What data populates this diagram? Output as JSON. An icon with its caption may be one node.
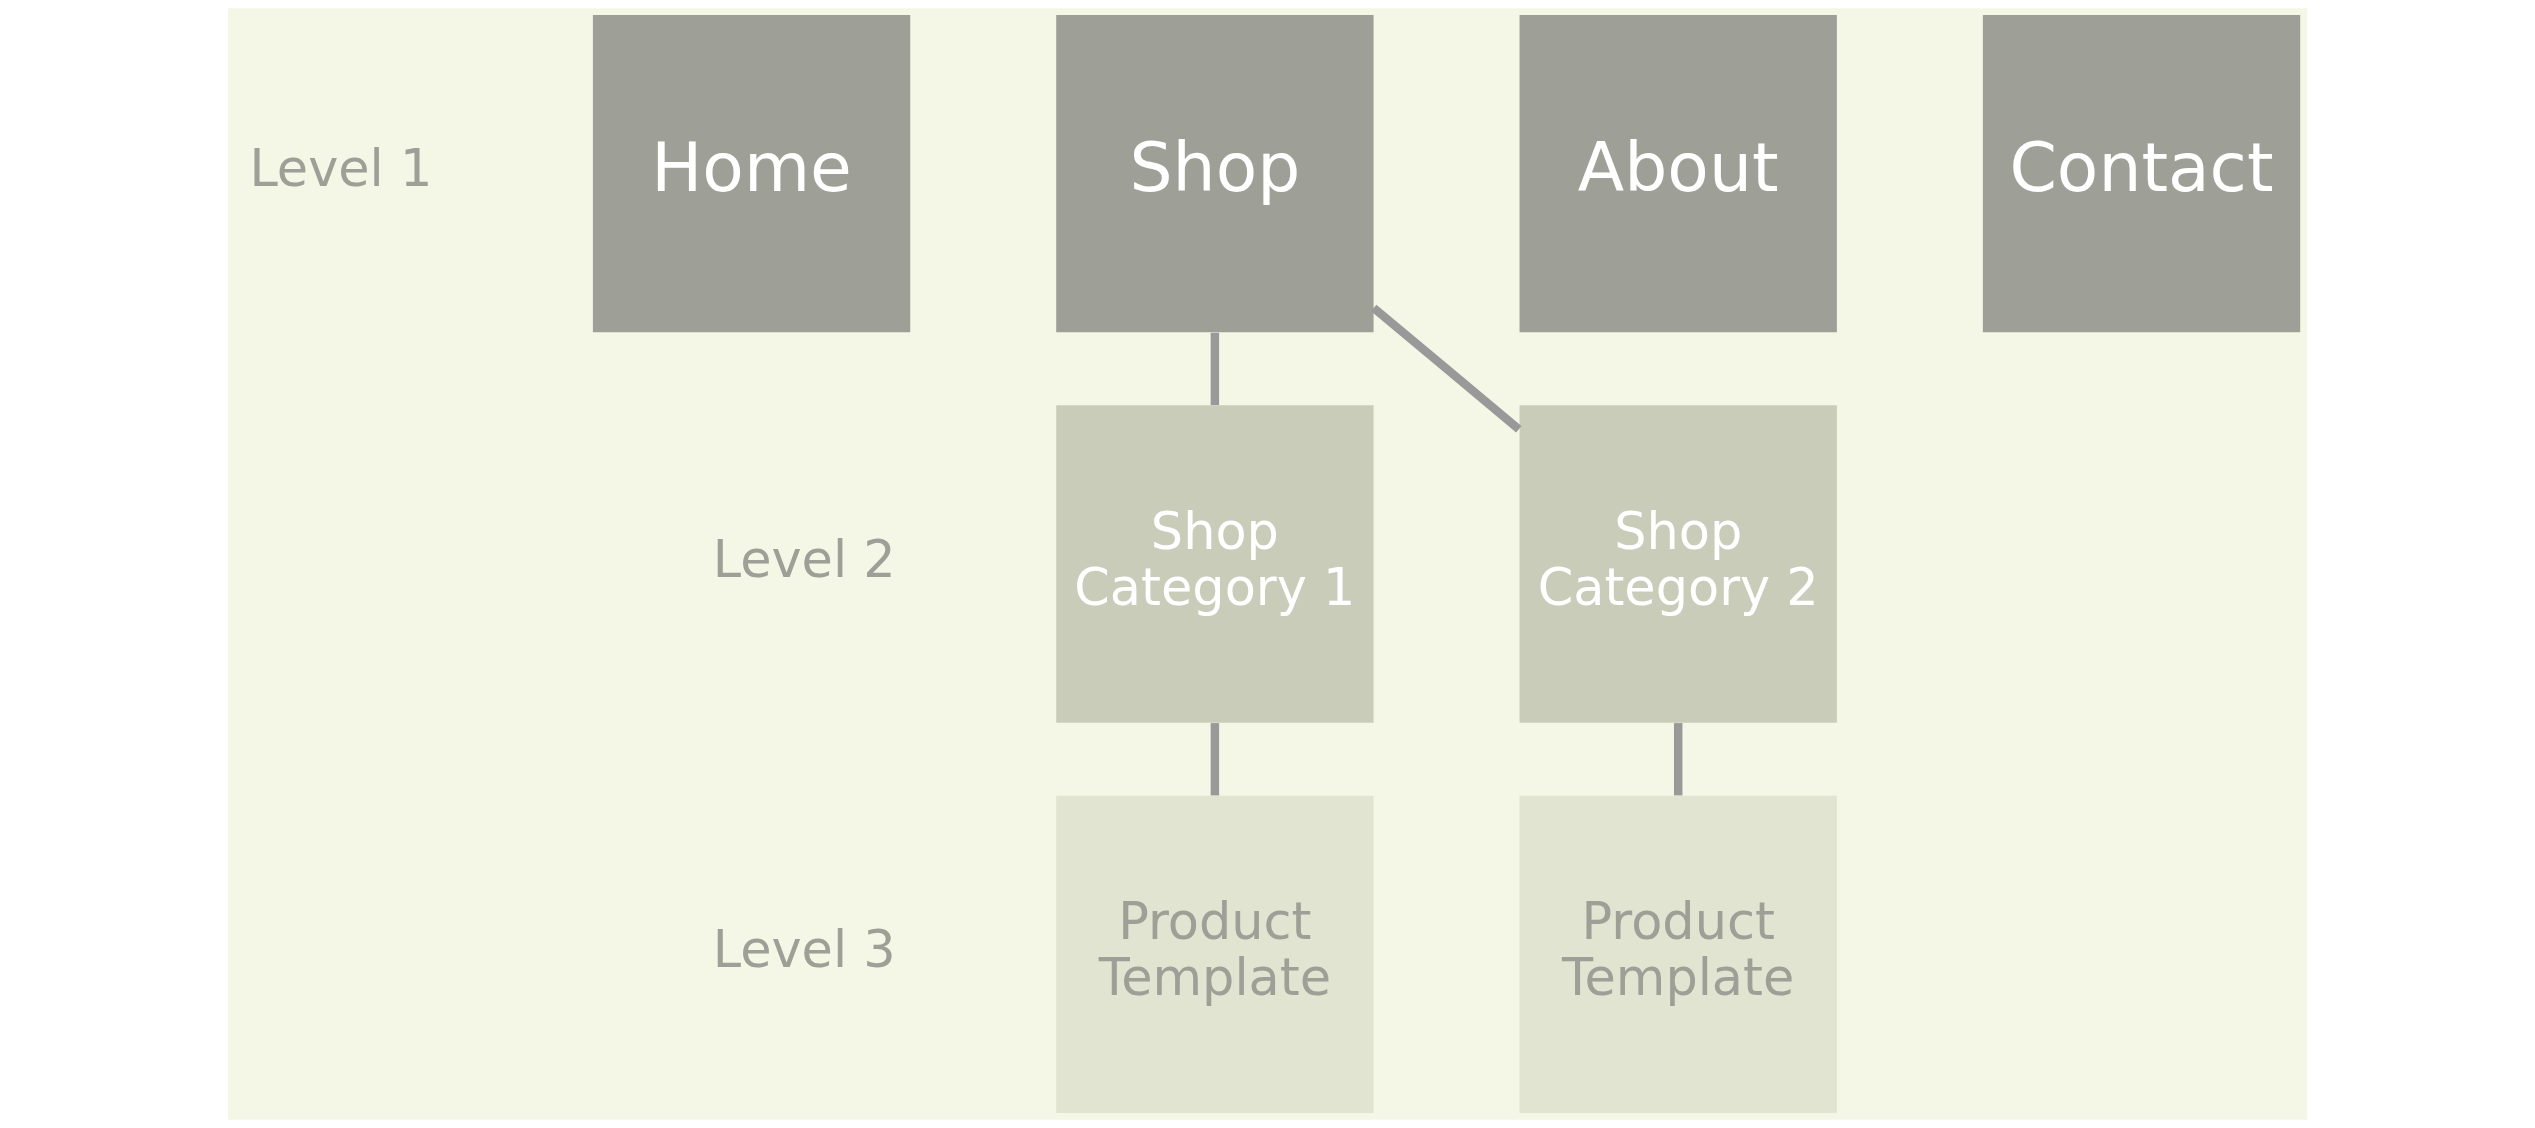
{
  "diagram": {
    "nodes": [
      {
        "text": [
          "Home"
        ]
      },
      {
        "text": [
          "Shop"
        ]
      },
      {
        "text": [
          "About"
        ]
      },
      {
        "text": [
          "Contact"
        ]
      },
      {
        "text": [
          "Shop Category 1"
        ]
      },
      {
        "text": [
          "Shop Category 2"
        ]
      },
      {
        "text": [
          "Product Template"
        ]
      },
      {
        "text": [
          "Product Template"
        ]
      }
    ],
    "edges": [
      {
        "from": 1,
        "to": 4,
        "arrow": "none"
      },
      {
        "from": 1,
        "to": 5,
        "arrow": "none"
      },
      {
        "from": 4,
        "to": 6,
        "arrow": "none"
      },
      {
        "from": 5,
        "to": 7,
        "arrow": "none"
      }
    ],
    "labels": [
      "Level 1",
      "Level 2",
      "Level 3"
    ]
  }
}
